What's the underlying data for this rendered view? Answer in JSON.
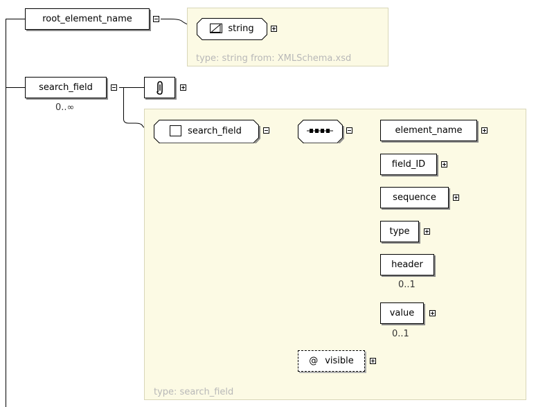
{
  "root": {
    "label": "root_element_name",
    "type_label": "string",
    "type_caption": "type: string from: XMLSchema.xsd"
  },
  "search": {
    "label": "search_field",
    "occurrence": "0..∞",
    "complex_label": "search_field",
    "type_caption": "type: search_field",
    "children": [
      {
        "label": "element_name",
        "occurrence": "",
        "expandable": true
      },
      {
        "label": "field_ID",
        "occurrence": "",
        "expandable": true
      },
      {
        "label": "sequence",
        "occurrence": "",
        "expandable": true
      },
      {
        "label": "type",
        "occurrence": "",
        "expandable": true
      },
      {
        "label": "header",
        "occurrence": "0..1",
        "expandable": false
      },
      {
        "label": "value",
        "occurrence": "0..1",
        "expandable": true
      }
    ],
    "attribute": {
      "symbol": "@",
      "label": "visible"
    }
  },
  "icons": {
    "type_icon": "simple-type-icon",
    "annotation_icon": "paperclip-icon",
    "complex_icon": "complex-type-icon",
    "sequence_icon": "sequence-compositor-icon"
  },
  "colors": {
    "panel_bg": "#fcfae4",
    "panel_border": "#d8d6b8",
    "caption": "#b8b8b8"
  }
}
